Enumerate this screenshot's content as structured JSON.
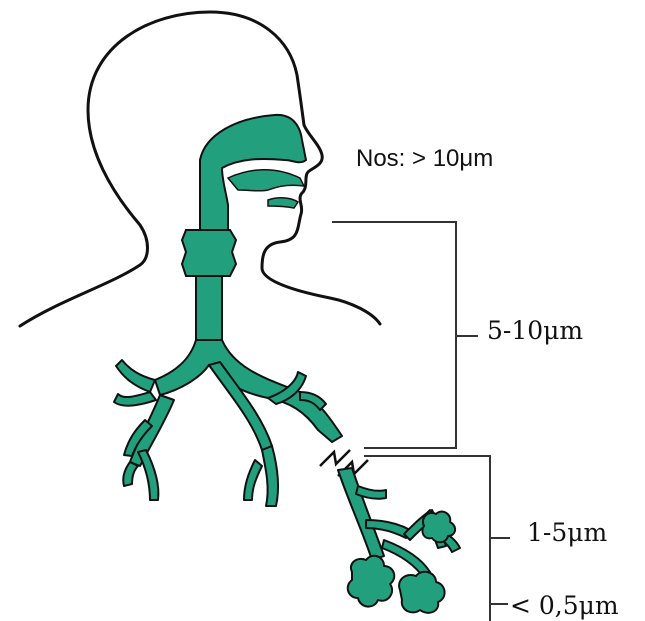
{
  "labels": {
    "nose": "Nos: > 10μm",
    "upper_airways": "5-10μm",
    "bronchioles": "1-5μm",
    "alveoli": "< 0,5μm"
  },
  "colors": {
    "airway_fill": "#22a07e",
    "outline": "#111111",
    "bracket": "#333333",
    "background": "#ffffff"
  }
}
